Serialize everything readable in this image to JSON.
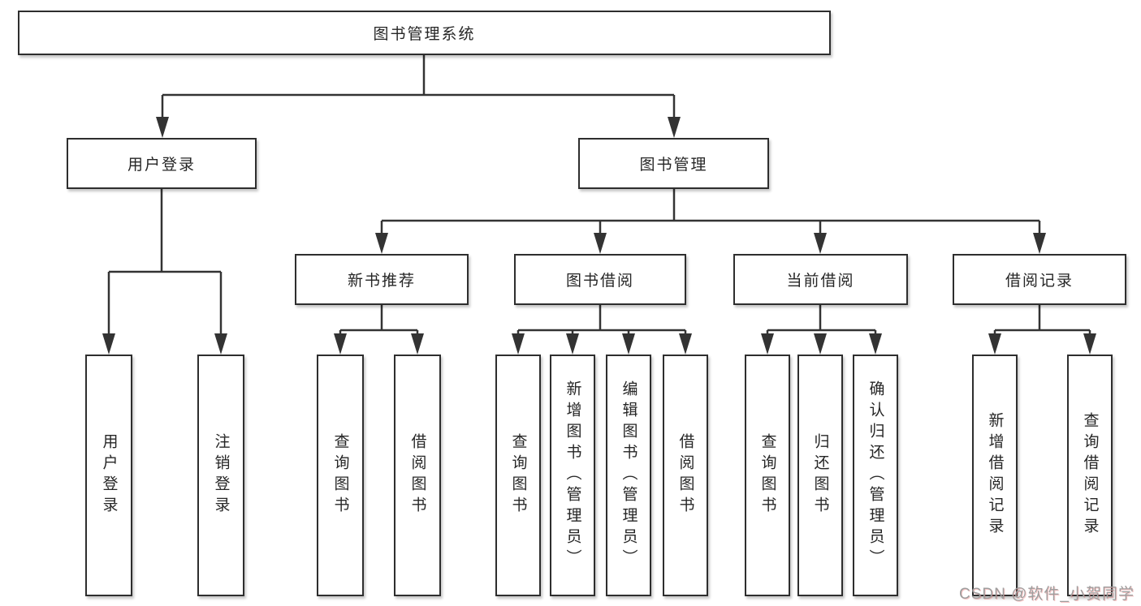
{
  "nodes": {
    "root": {
      "label": "图书管理系统"
    },
    "user_login": {
      "label": "用户登录",
      "children": {
        "login": {
          "label": "用户登录"
        },
        "logout": {
          "label": "注销登录"
        }
      }
    },
    "book_mgmt": {
      "label": "图书管理",
      "children": {
        "new_book_rec": {
          "label": "新书推荐",
          "children": {
            "query_book": {
              "label": "查询图书"
            },
            "borrow_book": {
              "label": "借阅图书"
            }
          }
        },
        "book_borrow": {
          "label": "图书借阅",
          "children": {
            "query_book": {
              "label": "查询图书"
            },
            "add_book": {
              "label": "新增图书（管理员）"
            },
            "edit_book": {
              "label": "编辑图书（管理员）"
            },
            "borrow_book": {
              "label": "借阅图书"
            }
          }
        },
        "current_borrow": {
          "label": "当前借阅",
          "children": {
            "query_book": {
              "label": "查询图书"
            },
            "return_book": {
              "label": "归还图书"
            },
            "confirm_return": {
              "label": "确认归还（管理员）"
            }
          }
        },
        "borrow_record": {
          "label": "借阅记录",
          "children": {
            "add_record": {
              "label": "新增借阅记录"
            },
            "query_record": {
              "label": "查询借阅记录"
            }
          }
        }
      }
    }
  },
  "watermark": {
    "text": "CSDN @软件_小贺同学"
  },
  "colors": {
    "line": "#333333",
    "box_border": "#2e2e2e",
    "text": "#262626",
    "background": "#ffffff",
    "watermark": "#9e9e9e"
  }
}
